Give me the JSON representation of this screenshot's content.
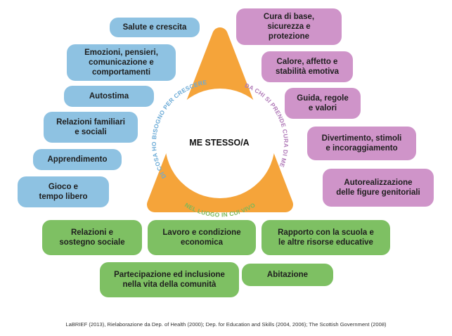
{
  "center": "ME STESSO/A",
  "ring_text": {
    "left": "DI COSA HO BISOGNO PER CRESCERE",
    "right": "DA CHI SI PRENDE CURA DI ME",
    "bottom": "NEL LUOGO IN CUI VIVO"
  },
  "colors": {
    "triangle": "#f5a43a",
    "circle": "#ffffff",
    "blue_boxes": "#8ec2e2",
    "pink_boxes": "#cf94c9",
    "green_boxes": "#7ec063",
    "ring_left_text": "#6aaad6",
    "ring_right_text": "#b07ab8",
    "ring_bottom_text": "#7ab85a"
  },
  "needs": [
    "Salute e crescita",
    "Emozioni, pensieri,\ncomunicazione e\ncomportamenti",
    "Autostima",
    "Relazioni familiari\ne sociali",
    "Apprendimento",
    "Gioco e\ntempo libero"
  ],
  "caregivers": [
    "Cura di base,\nsicurezza e\nprotezione",
    "Calore, affetto e\nstabilità emotiva",
    "Guida, regole\ne valori",
    "Divertimento, stimoli\ne incoraggiamento",
    "Autorealizzazione\ndelle figure genitoriali"
  ],
  "environment": [
    "Relazioni e\nsostegno sociale",
    "Lavoro e condizione\neconomica",
    "Rapporto con la scuola e\nle altre risorse educative",
    "Partecipazione ed inclusione\nnella vita della comunità",
    "Abitazione"
  ],
  "source": "LaBRIEF (2013), Rielaborazione da Dep. of Health (2000); Dep. for Education and Skills (2004, 2006); The Scottish Government (2008)"
}
